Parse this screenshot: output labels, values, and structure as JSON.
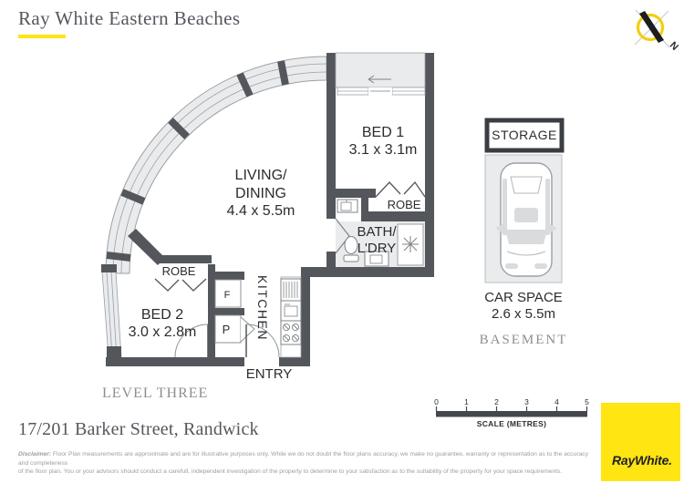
{
  "header": {
    "agency": "Ray White Eastern Beaches"
  },
  "compass": {
    "north_label": "N"
  },
  "plan": {
    "bed1": {
      "name": "BED 1",
      "dims": "3.1 x 3.1m"
    },
    "living": {
      "line1": "LIVING/",
      "line2": "DINING",
      "dims": "4.4 x 5.5m"
    },
    "robe1": {
      "name": "ROBE"
    },
    "bath": {
      "line1": "BATH/",
      "line2": "L'DRY"
    },
    "kitchen": {
      "name": "KITCHEN"
    },
    "bed2": {
      "name": "BED 2",
      "dims": "3.0 x 2.8m"
    },
    "robe2": {
      "name": "ROBE"
    },
    "fridge": {
      "name": "F"
    },
    "pantry": {
      "name": "P"
    },
    "entry": {
      "name": "ENTRY"
    },
    "level": {
      "name": "LEVEL THREE"
    }
  },
  "parking": {
    "storage": "STORAGE",
    "car_space": "CAR SPACE",
    "car_dims": "2.6 x 5.5m",
    "basement": "BASEMENT"
  },
  "address": {
    "text": "17/201 Barker Street, Randwick"
  },
  "scale_bar": {
    "ticks": [
      "0",
      "1",
      "2",
      "3",
      "4",
      "5"
    ],
    "label": "SCALE (METRES)"
  },
  "logo": {
    "brand": "RayWhite."
  },
  "disclaimer": {
    "lead": "Disclaimer:",
    "line1": "Floor Plan measurements are approximate and are for illustrative purposes only. While we do not doubt the floor plans accuracy, we make no guarantee, warranty or representation as to the accuracy and completeness",
    "line2": "of the floor plan. You or your advisors should conduct a carefull, independent investigation of the property to determine to your satisfaction as to the suitability of the property for your space requirements."
  },
  "colors": {
    "accent_yellow": "#ffe512",
    "wall": "#53575b",
    "light_fill": "#eaebed"
  }
}
